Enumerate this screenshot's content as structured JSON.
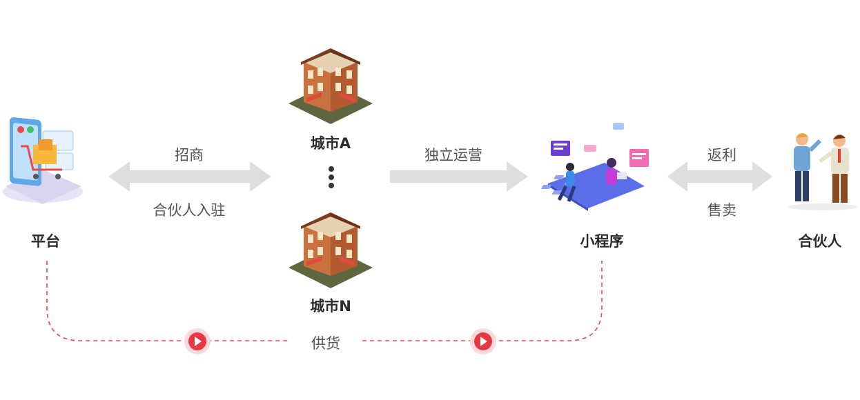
{
  "nodes": {
    "platform": "平台",
    "city_a": "城市A",
    "city_n": "城市N",
    "mini_program": "小程序",
    "partner": "合伙人"
  },
  "edges": {
    "recruit_top": "招商",
    "recruit_bottom": "合伙人入驻",
    "operate": "独立运营",
    "rebate": "返利",
    "sell": "售卖",
    "supply": "供货"
  },
  "colors": {
    "arrow_gray": "#dedede",
    "dashed_red": "#e8474f",
    "play_red": "#e53a44"
  }
}
